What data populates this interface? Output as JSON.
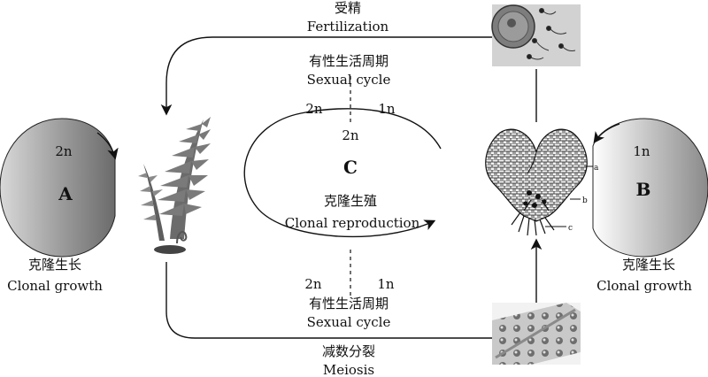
{
  "top": {
    "cn": "受精",
    "en": "Fertilization"
  },
  "sexual_top": {
    "cn": "有性生活周期",
    "en": "Sexual cycle"
  },
  "ploidy_top": {
    "left": "2n",
    "right": "1n"
  },
  "center": {
    "ploidy": "2n",
    "letter": "C",
    "cn": "克隆生殖",
    "en": "Clonal reproduction"
  },
  "left": {
    "ploidy": "2n",
    "letter": "A",
    "cn": "克隆生长",
    "en": "Clonal growth"
  },
  "right": {
    "ploidy": "1n",
    "letter": "B",
    "cn": "克隆生长",
    "en": "Clonal growth"
  },
  "ploidy_bottom": {
    "left": "2n",
    "right": "1n"
  },
  "sexual_bottom": {
    "cn": "有性生活周期",
    "en": "Sexual cycle"
  },
  "bottom": {
    "cn": "减数分裂",
    "en": "Meiosis"
  },
  "gametophyte_labels": {
    "a": "a",
    "b": "b",
    "c": "c"
  },
  "colors": {
    "line": "#111111",
    "sphere_light": "#e8e8e8",
    "sphere_dark": "#7a7a7a"
  }
}
